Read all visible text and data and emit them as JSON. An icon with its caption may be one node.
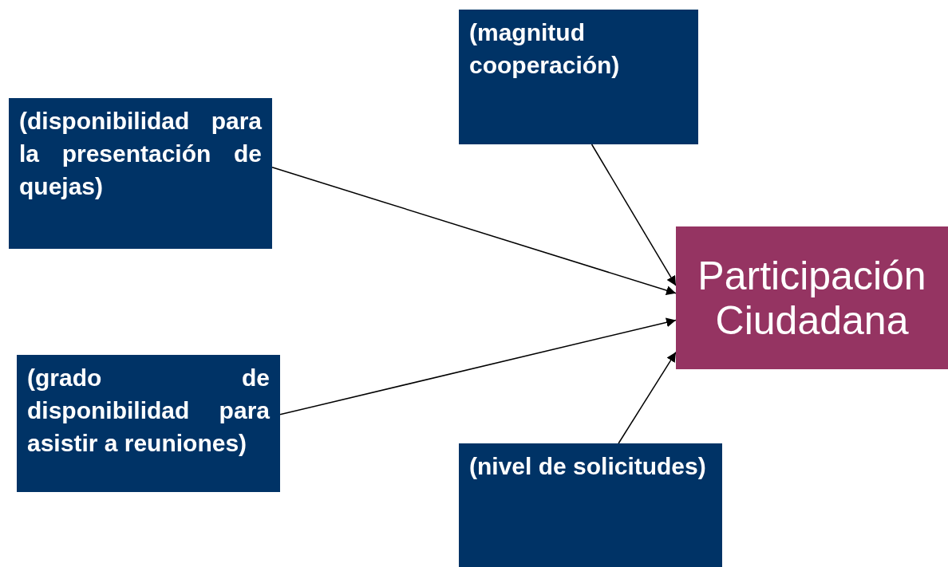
{
  "diagram": {
    "nodes": [
      {
        "text": [
          "(magnitud cooperación)"
        ]
      },
      {
        "text": [
          "(disponibilidad para la presentación de quejas)"
        ]
      },
      {
        "text": [
          "Participación Ciudadana"
        ]
      },
      {
        "text": [
          "(grado de disponibilidad para asistir a reuniones)"
        ]
      },
      {
        "text": [
          "(nivel de solicitudes)"
        ]
      }
    ],
    "edges": [
      {
        "from": 0,
        "to": 2,
        "arrow": "to"
      },
      {
        "from": 1,
        "to": 2,
        "arrow": "to"
      },
      {
        "from": 3,
        "to": 2,
        "arrow": "to"
      },
      {
        "from": 4,
        "to": 2,
        "arrow": "to"
      }
    ]
  }
}
